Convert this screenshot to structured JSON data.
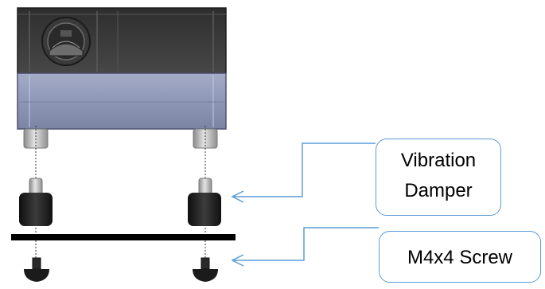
{
  "callouts": {
    "damper": {
      "line1": "Vibration",
      "line2": "Damper"
    },
    "screw": {
      "label": "M4x4 Screw"
    }
  },
  "colors": {
    "callout_border": "#5b9bd5",
    "pointer_line": "#5b9bd5",
    "housing_top": "#3a3a3a",
    "housing_bottom": "#9aa3c0",
    "base_plate": "#000000"
  }
}
